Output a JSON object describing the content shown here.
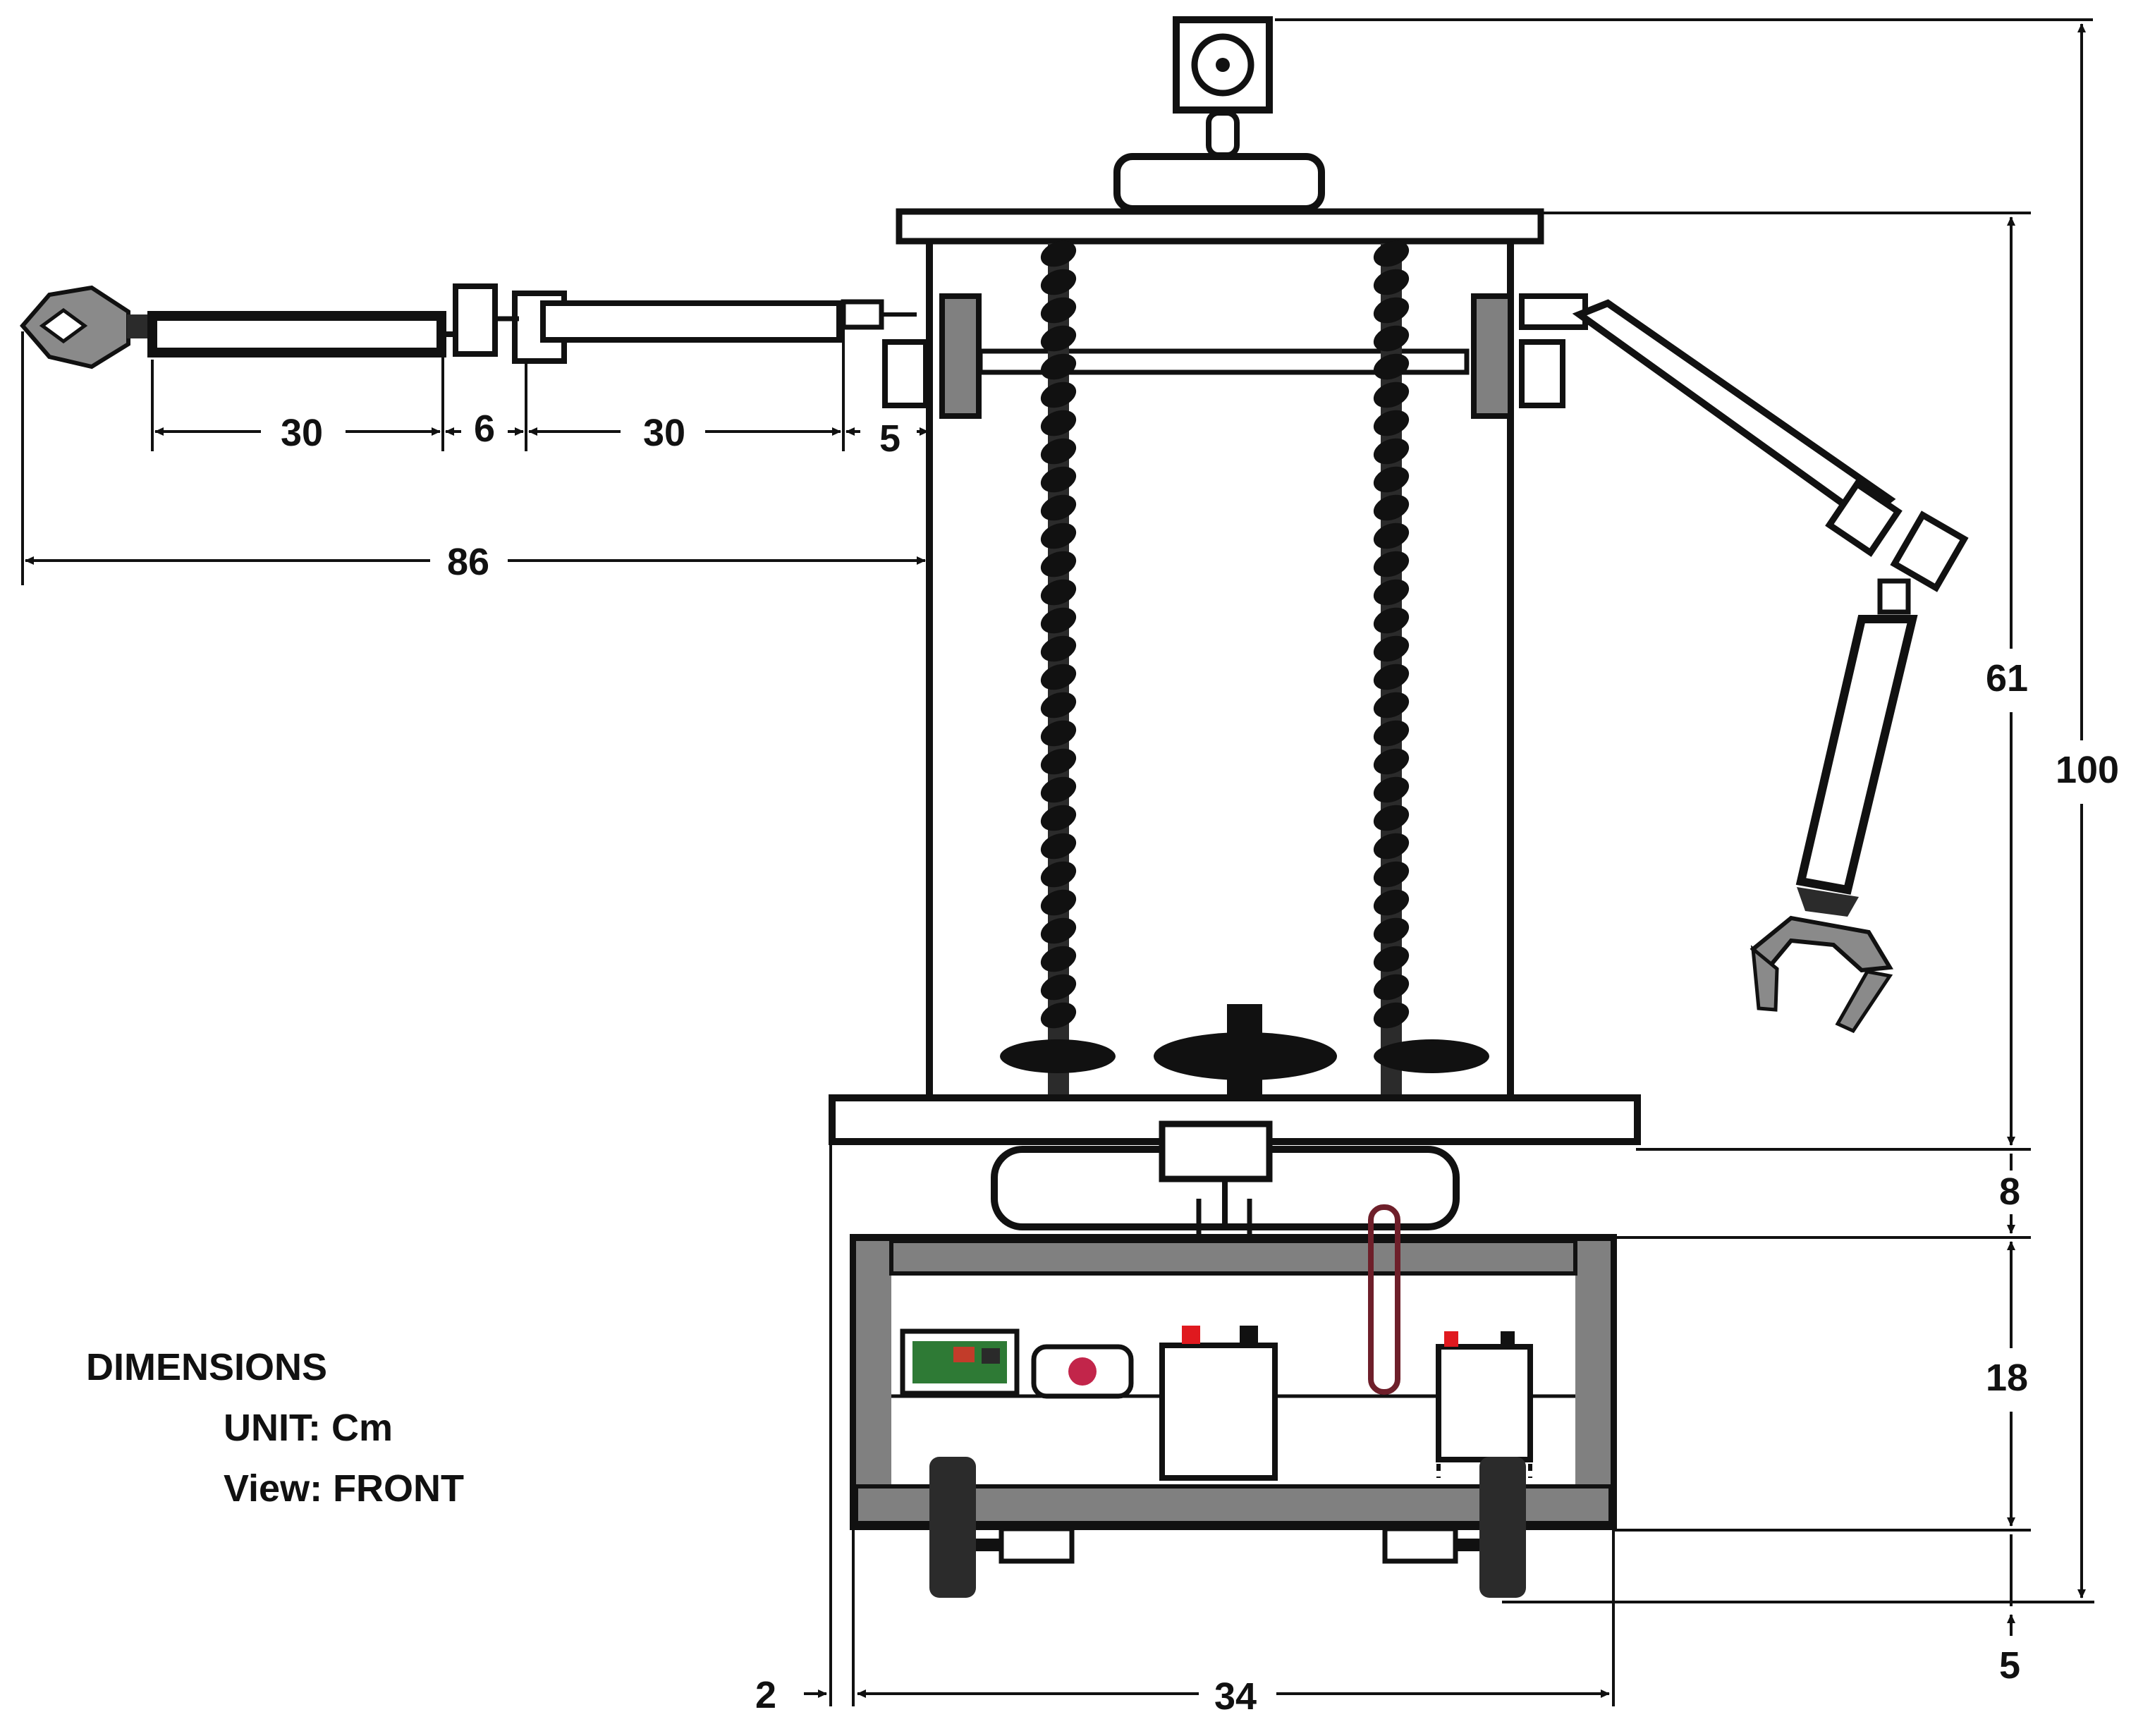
{
  "drawing": {
    "legend": {
      "heading": "DIMENSIONS",
      "unit": "UNIT: Cm",
      "view": "View: FRONT"
    },
    "dimensions": {
      "left_arm_segment_1": "30",
      "left_arm_joint": "6",
      "left_arm_segment_2": "30",
      "left_arm_shoulder": "5",
      "left_arm_total_reach": "86",
      "tower_height": "61",
      "overall_height": "100",
      "base_gap": "8",
      "chassis_height": "18",
      "wheel_clearance": "5",
      "side_offset": "2",
      "chassis_width": "34"
    },
    "colors": {
      "line": "#111111",
      "frame_gray": "#808080",
      "dark_gray": "#3a3a3a",
      "battery_terminal_red": "#e0191f",
      "antenna_maroon": "#6e1f2a",
      "board_green": "#2e7a35",
      "pi_red": "#c2254a"
    }
  }
}
